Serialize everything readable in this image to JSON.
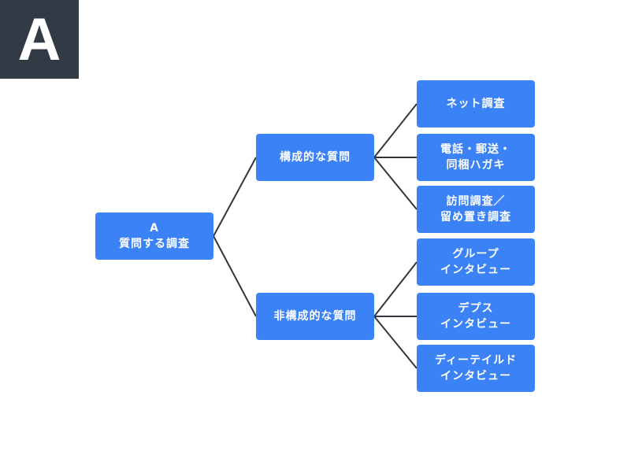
{
  "badge": {
    "letter": "A"
  },
  "colors": {
    "node_fill": "#3b82f6",
    "badge_bg": "#323a45",
    "edge": "#2f3640"
  },
  "tree": {
    "root": {
      "line1": "A",
      "line2": "質問する調査"
    },
    "structured": {
      "label": "構成的な質問",
      "children": [
        {
          "line1": "ネット調査",
          "line2": ""
        },
        {
          "line1": "電話・郵送・",
          "line2": "同梱ハガキ"
        },
        {
          "line1": "訪問調査／",
          "line2": "留め置き調査"
        }
      ]
    },
    "unstructured": {
      "label": "非構成的な質問",
      "children": [
        {
          "line1": "グループ",
          "line2": "インタビュー"
        },
        {
          "line1": "デプス",
          "line2": "インタビュー"
        },
        {
          "line1": "ディーテイルド",
          "line2": "インタビュー"
        }
      ]
    }
  }
}
